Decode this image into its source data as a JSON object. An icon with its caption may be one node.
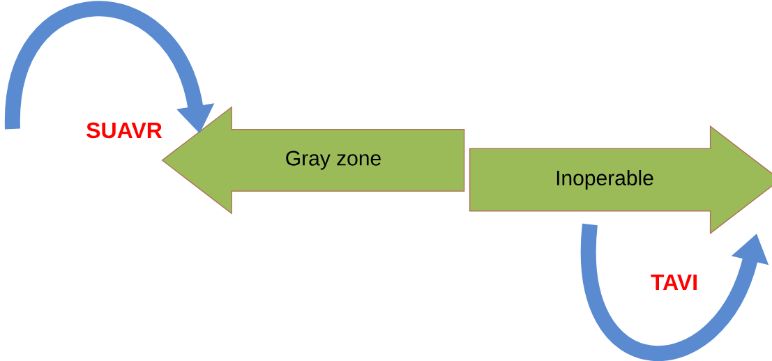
{
  "diagram": {
    "nodes": [
      {
        "text": [
          "Gray zone"
        ]
      },
      {
        "text": [
          "Inoperable"
        ]
      }
    ],
    "edges": [
      {
        "from": null,
        "to": 0,
        "arrow": "to"
      },
      {
        "from": 1,
        "to": null,
        "arrow": "to"
      }
    ],
    "labels": [
      "SUAVR",
      "TAVI"
    ]
  }
}
